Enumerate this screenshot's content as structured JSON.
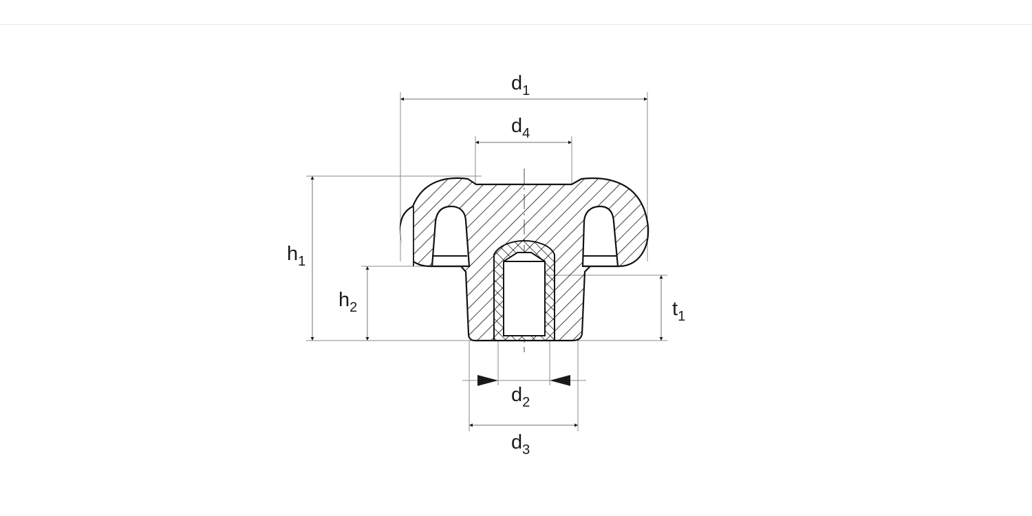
{
  "drawing": {
    "title": "Knob cross-section with threaded insert",
    "dimensions": {
      "d1": {
        "base": "d",
        "sub": "1"
      },
      "d2": {
        "base": "d",
        "sub": "2"
      },
      "d3": {
        "base": "d",
        "sub": "3"
      },
      "d4": {
        "base": "d",
        "sub": "4"
      },
      "h1": {
        "base": "h",
        "sub": "1"
      },
      "h2": {
        "base": "h",
        "sub": "2"
      },
      "t1": {
        "base": "t",
        "sub": "1"
      }
    },
    "colors": {
      "outline": "#111111",
      "dim_line": "#8a8a8a",
      "arrow": "#1a1a1a",
      "background": "#ffffff"
    }
  }
}
